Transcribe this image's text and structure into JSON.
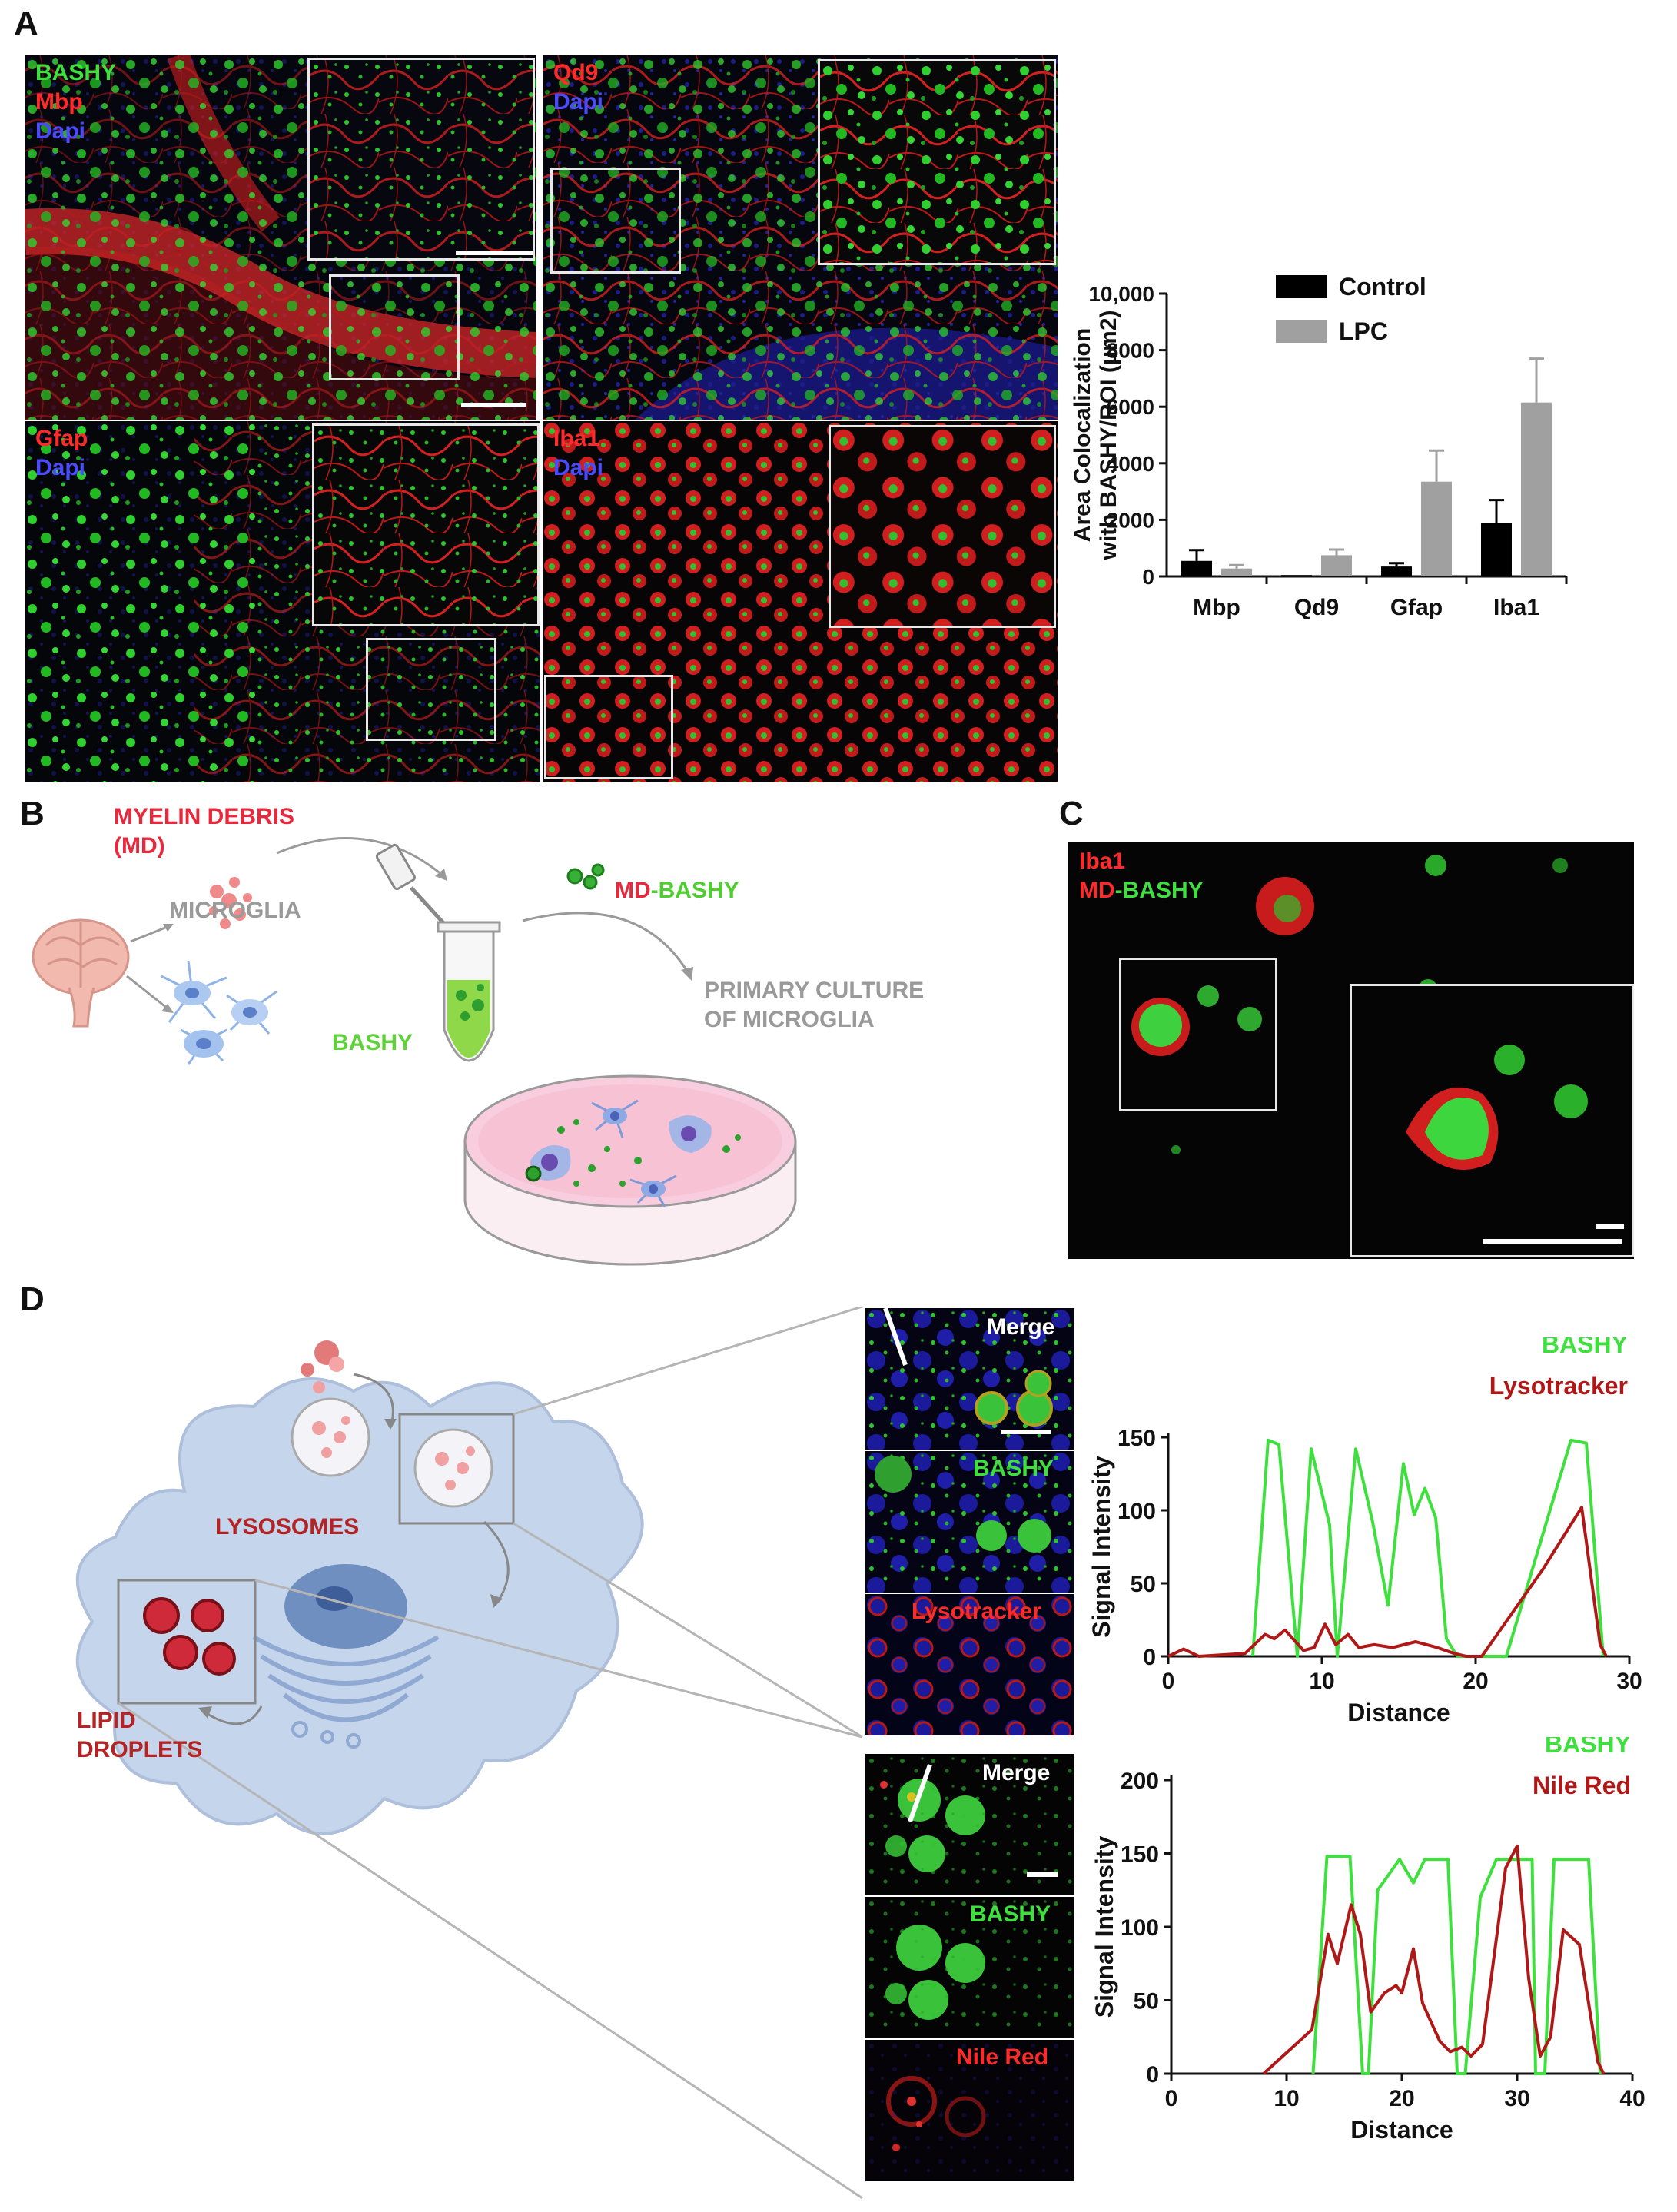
{
  "panels": {
    "A": "A",
    "B": "B",
    "C": "C",
    "D": "D"
  },
  "panelA": {
    "img1": {
      "l1": "BASHY",
      "l2": "Mbp",
      "l3": "Dapi"
    },
    "img2": {
      "l1": "Qd9",
      "l2": "Dapi"
    },
    "img3": {
      "l1": "Gfap",
      "l2": "Dapi"
    },
    "img4": {
      "l1": "Iba1",
      "l2": "Dapi"
    }
  },
  "panelB": {
    "myelin_debris": "MYELIN DEBRIS",
    "md_abbr": "(MD)",
    "microglia": "MICROGLIA",
    "md_prefix": "MD",
    "bashy_suffix": "-BASHY",
    "bashy": "BASHY",
    "primary_culture_1": "PRIMARY CULTURE",
    "primary_culture_2": "OF MICROGLIA"
  },
  "panelC": {
    "l1": "Iba1",
    "l2_prefix": "MD",
    "l2_suffix": "-BASHY"
  },
  "panelD": {
    "lysosomes": "LYSOSOMES",
    "lipid_1": "LIPID",
    "lipid_2": "DROPLETS",
    "top_tiles": [
      "Merge",
      "BASHY",
      "Lysotracker"
    ],
    "bottom_tiles": [
      "Merge",
      "BASHY",
      "Nile Red"
    ]
  },
  "colors": {
    "green": "#3ee03e",
    "red": "#ff2a2a",
    "blue": "#4a4aff",
    "control": "#000000",
    "lpc": "#a0a0a0",
    "dark_red": "#b01818",
    "line_green": "#3ee03e"
  },
  "chart_data": [
    {
      "type": "bar",
      "ylabel_1": "Area Colocalization",
      "ylabel_2": "with BASHY/ROI (μm2)",
      "categories": [
        "Mbp",
        "Qd9",
        "Gfap",
        "Iba1"
      ],
      "series": [
        {
          "name": "Control",
          "values": [
            550,
            50,
            350,
            1900
          ],
          "errors": [
            380,
            0,
            120,
            800
          ]
        },
        {
          "name": "LPC",
          "values": [
            280,
            750,
            3350,
            6150
          ],
          "errors": [
            120,
            200,
            1100,
            1550
          ]
        }
      ],
      "ylim": [
        0,
        10000
      ],
      "yticks": [
        "0",
        "2000",
        "4000",
        "6000",
        "8000",
        "10,000"
      ],
      "legend": "top-left"
    },
    {
      "type": "line",
      "xlabel": "Distance",
      "ylabel": "Signal Intensity",
      "xlim": [
        0,
        30
      ],
      "ylim": [
        0,
        150
      ],
      "xticks": [
        "0",
        "10",
        "20",
        "30"
      ],
      "yticks": [
        "0",
        "50",
        "100",
        "150"
      ],
      "series": [
        {
          "name": "BASHY",
          "points": [
            [
              5.5,
              0
            ],
            [
              6.5,
              148
            ],
            [
              7.2,
              145
            ],
            [
              8.4,
              0
            ],
            [
              9.3,
              142
            ],
            [
              10.5,
              90
            ],
            [
              11,
              0
            ],
            [
              12.2,
              142
            ],
            [
              13.3,
              92
            ],
            [
              14.3,
              35
            ],
            [
              15.3,
              132
            ],
            [
              16,
              97
            ],
            [
              16.7,
              115
            ],
            [
              17.4,
              95
            ],
            [
              18.1,
              12
            ],
            [
              18.8,
              0
            ],
            [
              22,
              0
            ],
            [
              26.2,
              148
            ],
            [
              27.2,
              146
            ],
            [
              28.3,
              0
            ]
          ]
        },
        {
          "name": "Lysotracker",
          "points": [
            [
              0,
              0
            ],
            [
              1,
              5
            ],
            [
              2,
              0
            ],
            [
              5,
              2
            ],
            [
              6.3,
              15
            ],
            [
              6.9,
              12
            ],
            [
              7.6,
              18
            ],
            [
              8.8,
              4
            ],
            [
              9.5,
              6
            ],
            [
              10.2,
              22
            ],
            [
              10.9,
              8
            ],
            [
              11.7,
              15
            ],
            [
              12.4,
              6
            ],
            [
              13.4,
              8
            ],
            [
              14.6,
              6
            ],
            [
              16.1,
              10
            ],
            [
              17.5,
              6
            ],
            [
              18.6,
              2
            ],
            [
              19.4,
              0
            ],
            [
              20.4,
              0
            ],
            [
              24.4,
              60
            ],
            [
              26.9,
              102
            ],
            [
              28.1,
              8
            ],
            [
              28.5,
              0
            ]
          ]
        }
      ],
      "legend": "top-right"
    },
    {
      "type": "line",
      "xlabel": "Distance",
      "ylabel": "Signal Intensity",
      "xlim": [
        0,
        40
      ],
      "ylim": [
        0,
        200
      ],
      "xticks": [
        "0",
        "10",
        "20",
        "30",
        "40"
      ],
      "yticks": [
        "0",
        "50",
        "100",
        "150",
        "200"
      ],
      "series": [
        {
          "name": "BASHY",
          "points": [
            [
              12.3,
              0
            ],
            [
              13.5,
              148
            ],
            [
              15.5,
              148
            ],
            [
              16.6,
              0
            ],
            [
              17.1,
              0
            ],
            [
              17.9,
              125
            ],
            [
              19.8,
              146
            ],
            [
              21,
              130
            ],
            [
              22,
              146
            ],
            [
              24,
              146
            ],
            [
              24.8,
              0
            ],
            [
              25.5,
              0
            ],
            [
              26.8,
              120
            ],
            [
              28.2,
              146
            ],
            [
              31.3,
              146
            ],
            [
              31.6,
              0
            ],
            [
              32.4,
              0
            ],
            [
              33.2,
              146
            ],
            [
              36.2,
              146
            ],
            [
              37.2,
              0
            ]
          ]
        },
        {
          "name": "Nile Red",
          "points": [
            [
              8,
              0
            ],
            [
              12.2,
              30
            ],
            [
              13.6,
              95
            ],
            [
              14.4,
              75
            ],
            [
              15.6,
              115
            ],
            [
              16.4,
              95
            ],
            [
              17.3,
              42
            ],
            [
              18.5,
              55
            ],
            [
              19.5,
              60
            ],
            [
              20,
              55
            ],
            [
              21,
              85
            ],
            [
              21.8,
              48
            ],
            [
              22.6,
              34
            ],
            [
              23.3,
              22
            ],
            [
              24.2,
              15
            ],
            [
              25.2,
              18
            ],
            [
              26,
              12
            ],
            [
              27,
              20
            ],
            [
              29,
              140
            ],
            [
              30,
              155
            ],
            [
              31,
              65
            ],
            [
              32,
              12
            ],
            [
              32.9,
              25
            ],
            [
              34,
              98
            ],
            [
              35.4,
              88
            ],
            [
              37,
              8
            ],
            [
              37.5,
              0
            ]
          ]
        }
      ],
      "legend": "top-right"
    }
  ]
}
